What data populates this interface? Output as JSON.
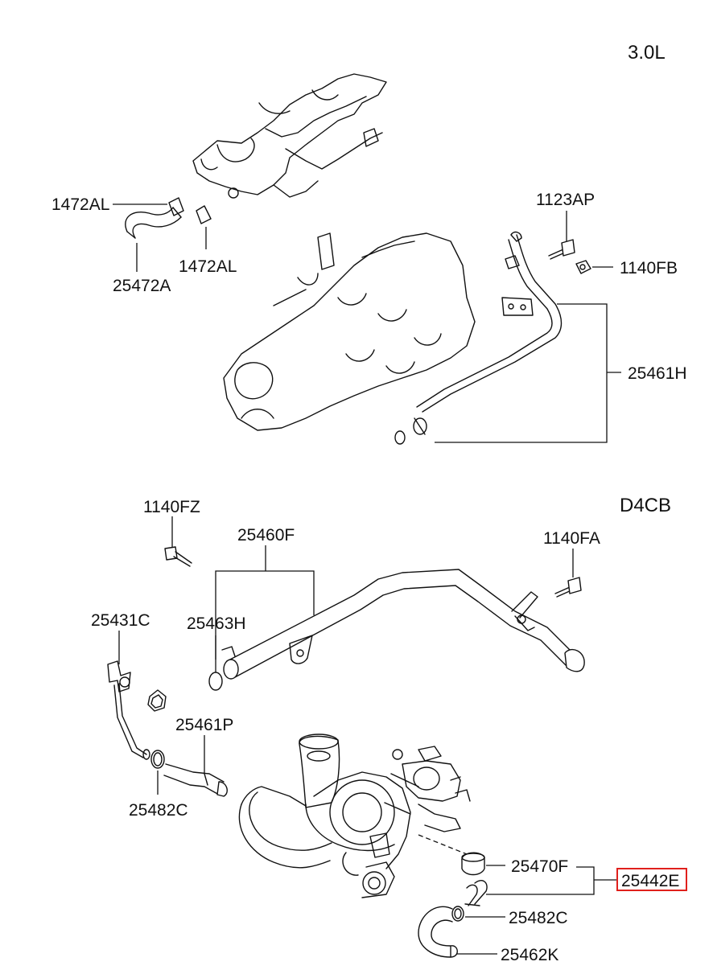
{
  "engines": {
    "top": "3.0L",
    "bottom": "D4CB"
  },
  "parts": {
    "p1472AL_a": "1472AL",
    "p1472AL_b": "1472AL",
    "p25472A": "25472A",
    "p1123AP": "1123AP",
    "p1140FB": "1140FB",
    "p25461H": "25461H",
    "p1140FZ": "1140FZ",
    "p25460F": "25460F",
    "p1140FA": "1140FA",
    "p25431C": "25431C",
    "p25463H": "25463H",
    "p25461P": "25461P",
    "p25482C_a": "25482C",
    "p25470F": "25470F",
    "p25442E": "25442E",
    "p25482C_b": "25482C",
    "p25462K": "25462K"
  },
  "highlight_color": "#e0201c"
}
